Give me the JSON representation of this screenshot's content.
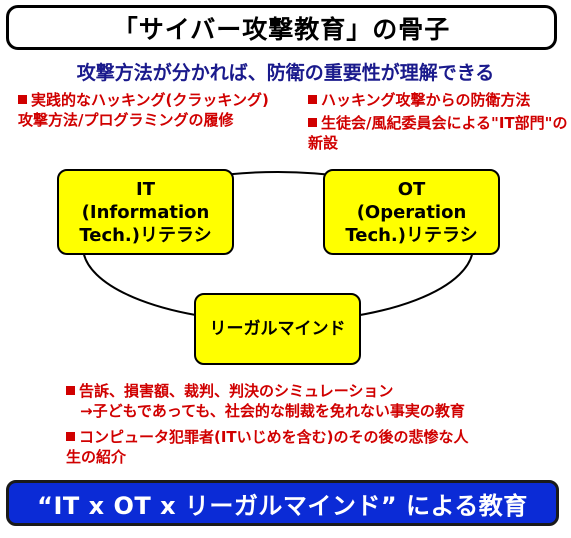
{
  "title": "「サイバー攻撃教育」の骨子",
  "subtitle": "攻撃方法が分かれば、防衛の重要性が理解できる",
  "bullets_left": [
    "実践的なハッキング(クラッキング)攻撃方法/プログラミングの履修"
  ],
  "bullets_right": [
    "ハッキング攻撃からの防衛方法",
    "生徒会/風紀委員会による\"IT部門\"の新設"
  ],
  "nodes": {
    "it": [
      "IT",
      "(Information",
      "Tech.)リテラシ"
    ],
    "ot": [
      "OT",
      "(Operation",
      "Tech.)リテラシ"
    ],
    "legal": "リーガルマインド"
  },
  "bullets_bottom": [
    {
      "line1": "告訴、損害額、裁判、判決のシミュレーション",
      "line2": "→子どもであっても、社会的な制裁を免れない事実の教育"
    },
    {
      "line1": "コンピュータ犯罪者(ITいじめを含む)のその後の悲惨な人",
      "line2": "生の紹介"
    }
  ],
  "footer": "“IT x OT x リーガルマインド” による教育",
  "colors": {
    "title_border": "#000000",
    "subtitle": "#1a1a8c",
    "bullet_text": "#d00000",
    "node_fill": "#ffff00",
    "footer_fill": "#0b2bd6",
    "footer_text": "#ffffff"
  }
}
